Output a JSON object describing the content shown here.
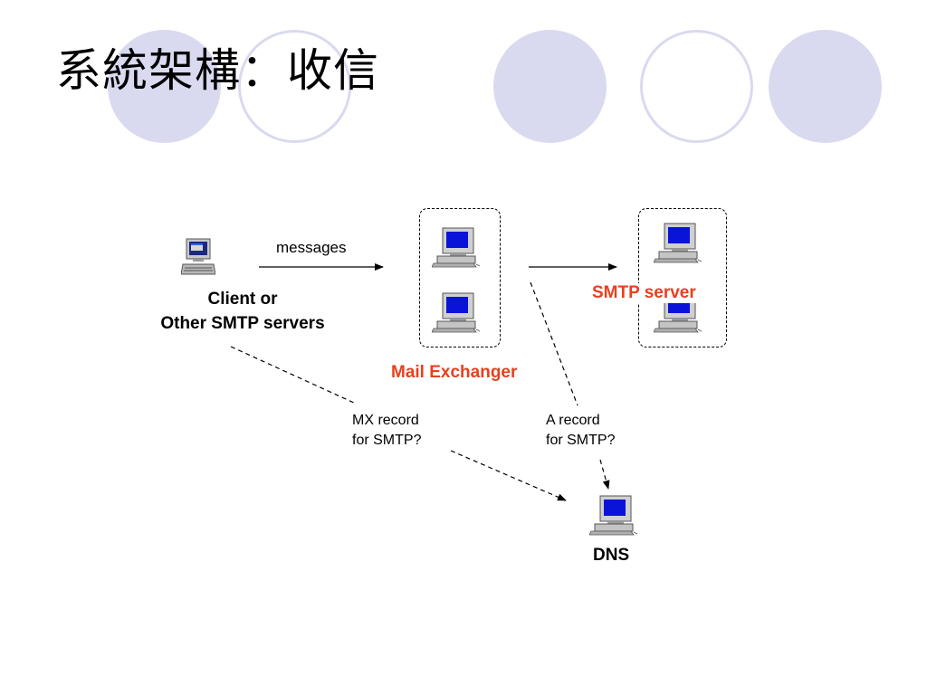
{
  "slide": {
    "title": "系統架構：收信"
  },
  "nodes": {
    "client": {
      "line1": "Client or",
      "line2": "Other SMTP servers"
    },
    "mail_exchanger": {
      "label": "Mail Exchanger"
    },
    "smtp_server": {
      "label": "SMTP server"
    },
    "dns": {
      "label": "DNS"
    }
  },
  "edges": {
    "messages": {
      "label": "messages"
    },
    "mx_query": {
      "line1": "MX record",
      "line2": "for SMTP?"
    },
    "a_query": {
      "line1": "A record",
      "line2": "for SMTP?"
    }
  },
  "colors": {
    "accent_red": "#e8401e",
    "decor_circle": "#d9daf0",
    "screen_blue": "#0a14d8"
  },
  "icons": {
    "client": "desktop-computer-icon",
    "server": "server-computer-icon"
  }
}
